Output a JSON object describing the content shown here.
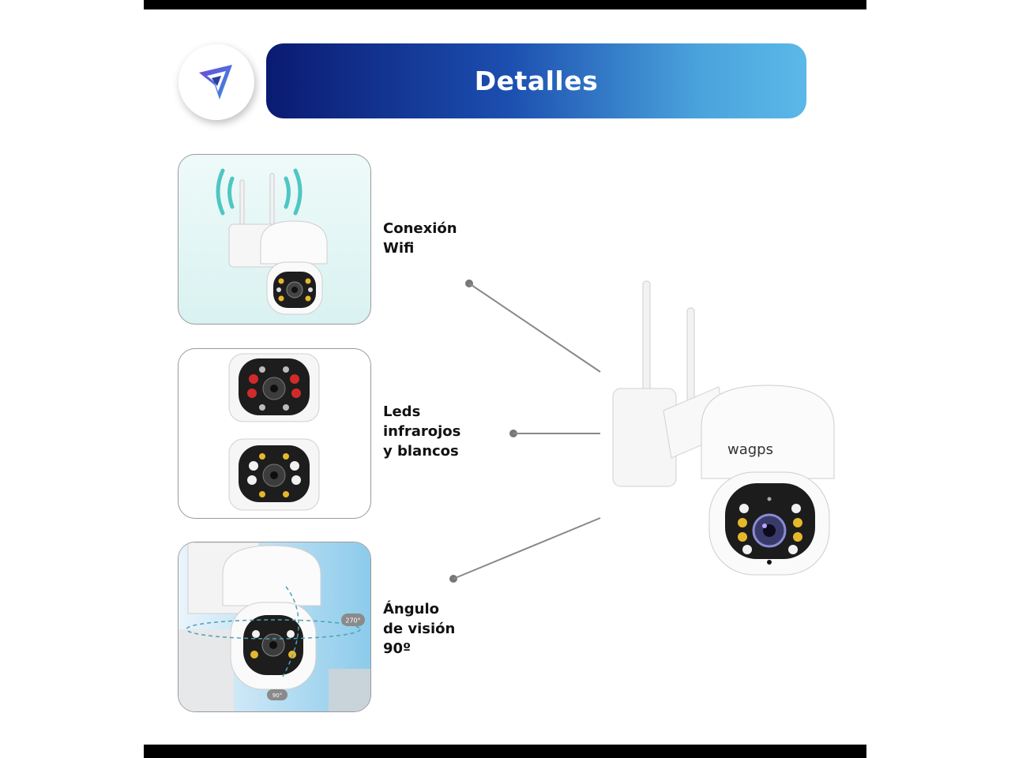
{
  "header": {
    "title": "Detalles"
  },
  "camera_brand": "wagps",
  "features": [
    {
      "label": "Conexión\nWifi"
    },
    {
      "label": "Leds\ninfrarojos\ny blancos"
    },
    {
      "label": "Ángulo\nde visión\n90º"
    }
  ],
  "rotation_badges": {
    "horizontal": "270°",
    "vertical": "90°"
  },
  "colors": {
    "banner_dark": "#0a1a72",
    "banner_light": "#5bb8e8",
    "wifi_wave": "#4fc6c2",
    "ir_led": "#d22a2a",
    "warm_led": "#e5b82c"
  },
  "icons": [
    "brand-logo-icon",
    "wifi-signal-icon"
  ]
}
